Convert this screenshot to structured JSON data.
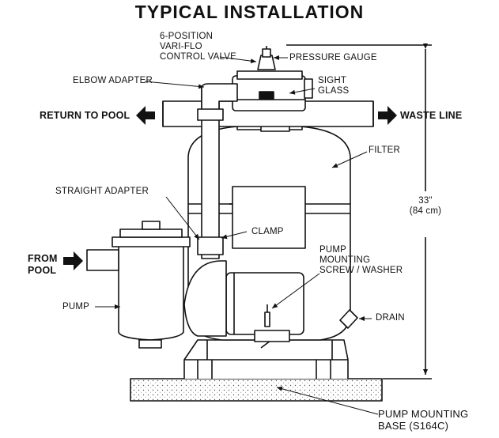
{
  "title": "TYPICAL INSTALLATION",
  "labels": {
    "control_valve": [
      "6-POSITION",
      "VARI-FLO",
      "CONTROL VALVE"
    ],
    "pressure_gauge": "PRESSURE GAUGE",
    "elbow_adapter": "ELBOW ADAPTER",
    "sight_glass": [
      "SIGHT",
      "GLASS"
    ],
    "return_to_pool": "RETURN TO POOL",
    "waste_line": "WASTE LINE",
    "filter": "FILTER",
    "straight_adapter": "STRAIGHT ADAPTER",
    "height": [
      "33\"",
      "(84 cm)"
    ],
    "clamp": "CLAMP",
    "from_pool": [
      "FROM",
      "POOL"
    ],
    "pump_mounting_screw": [
      "PUMP",
      "MOUNTING",
      "SCREW / WASHER"
    ],
    "pump": "PUMP",
    "drain": "DRAIN",
    "pump_mounting_base": [
      "PUMP MOUNTING",
      "BASE (S164C)"
    ]
  }
}
